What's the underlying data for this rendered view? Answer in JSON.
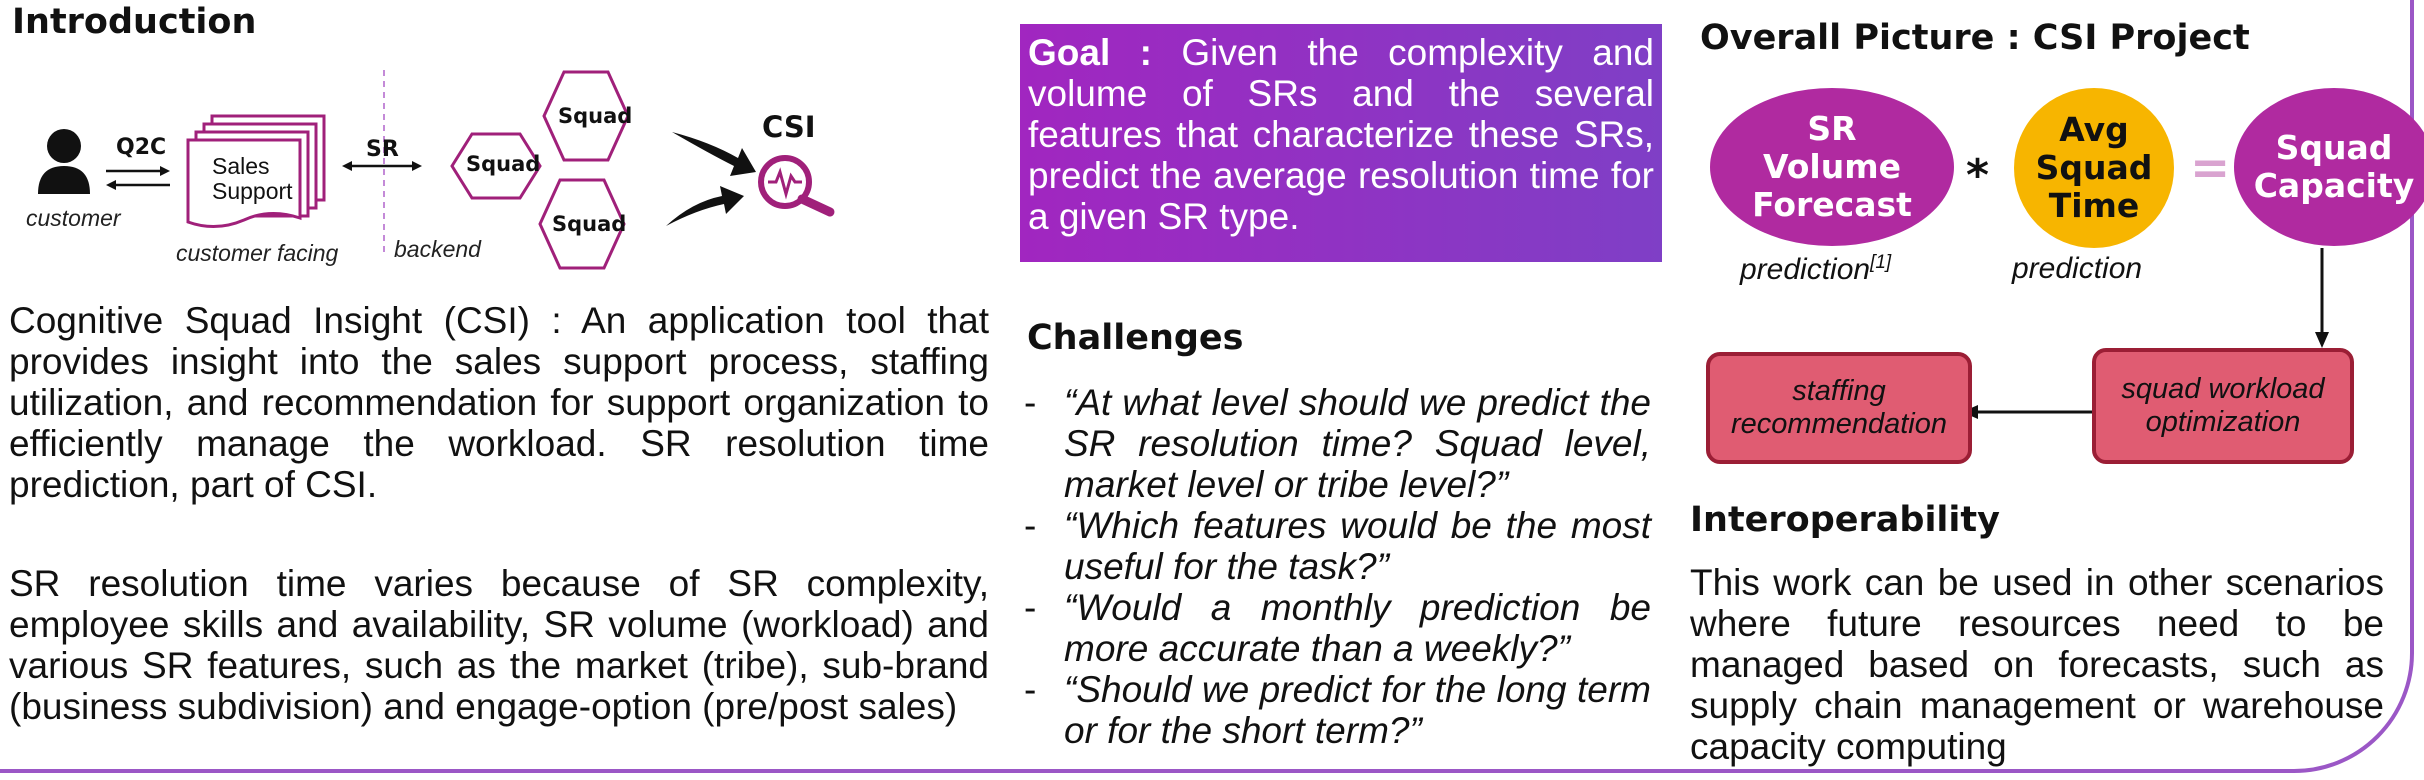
{
  "intro": {
    "title": "Introduction",
    "diagram": {
      "customer_label": "customer",
      "q2c_label": "Q2C",
      "sales_support_label": "Sales\nSupport",
      "customer_facing_label": "customer facing",
      "sr_label": "SR",
      "backend_label": "backend",
      "squad_labels": [
        "Squad",
        "Squad",
        "Squad"
      ],
      "csi_label": "CSI"
    },
    "paragraph1": "Cognitive Squad Insight (CSI) : An application tool that provides insight into the sales support process, staffing utilization, and recommendation for support organization to efficiently manage the workload. SR resolution time prediction, part of CSI.",
    "paragraph2": "SR resolution time varies because of SR complexity, employee skills and availability, SR volume (workload) and various SR features, such as the market (tribe), sub-brand (business subdivision) and engage-option (pre/post sales)"
  },
  "goal": {
    "label": "Goal :",
    "text": "Given the complexity and volume of SRs and the several features that characterize these SRs, predict the average resolution time for a given SR type."
  },
  "challenges": {
    "title": "Challenges",
    "items": [
      "“At what level should we predict the SR resolution time? Squad level, market level or tribe level?”",
      "“Which features would be the most useful for the task?”",
      "“Would a monthly prediction be more accurate than a weekly?”",
      "“Should we predict for the long term or for the short term?”"
    ]
  },
  "overall": {
    "title": "Overall Picture : CSI Project",
    "sr_volume": "SR\nVolume\nForecast",
    "avg_squad": "Avg\nSquad\nTime",
    "squad_capacity": "Squad\nCapacity",
    "multiply": "*",
    "equals": "=",
    "prediction1": "prediction",
    "prediction1_ref": "[1]",
    "prediction2": "prediction",
    "staffing": "staffing\nrecommendation",
    "workload": "squad workload\noptimization",
    "colors": {
      "magenta": "#b02aa0",
      "gold": "#f7b500",
      "red_box": "#e05c72"
    }
  },
  "interop": {
    "title": "Interoperability",
    "text": "This work can be used in other scenarios where future resources need to be managed based on forecasts, such as supply chain management or warehouse capacity computing"
  }
}
